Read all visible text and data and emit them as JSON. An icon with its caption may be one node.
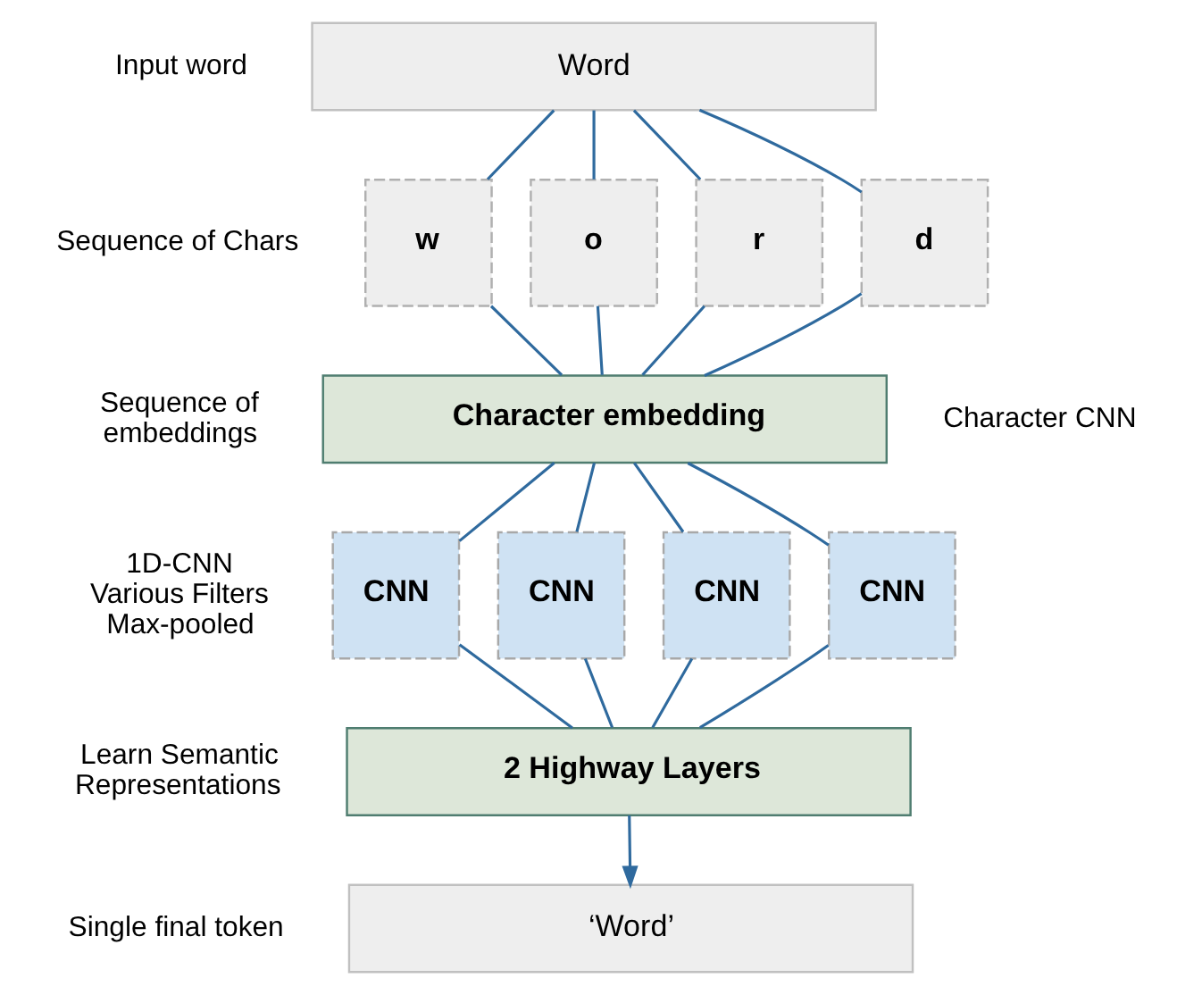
{
  "diagram": {
    "nodes": [
      {
        "text": [
          "Word"
        ]
      },
      {
        "text": [
          "w"
        ]
      },
      {
        "text": [
          "o"
        ]
      },
      {
        "text": [
          "r"
        ]
      },
      {
        "text": [
          "d"
        ]
      },
      {
        "text": [
          "Character embedding"
        ]
      },
      {
        "text": [
          "CNN"
        ]
      },
      {
        "text": [
          "CNN"
        ]
      },
      {
        "text": [
          "CNN"
        ]
      },
      {
        "text": [
          "CNN"
        ]
      },
      {
        "text": [
          "2 Highway Layers"
        ]
      },
      {
        "text": [
          "‘Word’"
        ]
      }
    ],
    "edges": [
      {
        "from": 0,
        "to": 1,
        "arrow": "none"
      },
      {
        "from": 0,
        "to": 2,
        "arrow": "none"
      },
      {
        "from": 0,
        "to": 3,
        "arrow": "none"
      },
      {
        "from": 0,
        "to": 4,
        "arrow": "none"
      },
      {
        "from": 1,
        "to": 5,
        "arrow": "none"
      },
      {
        "from": 2,
        "to": 5,
        "arrow": "none"
      },
      {
        "from": 3,
        "to": 5,
        "arrow": "none"
      },
      {
        "from": 4,
        "to": 5,
        "arrow": "none"
      },
      {
        "from": 5,
        "to": 6,
        "arrow": "none"
      },
      {
        "from": 5,
        "to": 7,
        "arrow": "none"
      },
      {
        "from": 5,
        "to": 8,
        "arrow": "none"
      },
      {
        "from": 5,
        "to": 9,
        "arrow": "none"
      },
      {
        "from": 6,
        "to": 10,
        "arrow": "none"
      },
      {
        "from": 7,
        "to": 10,
        "arrow": "none"
      },
      {
        "from": 8,
        "to": 10,
        "arrow": "none"
      },
      {
        "from": 9,
        "to": 10,
        "arrow": "none"
      },
      {
        "from": 10,
        "to": 11,
        "arrow": "to"
      }
    ],
    "labels": [
      "Input word",
      "Sequence of Chars",
      "Sequence of embeddings",
      "1D-CNN Various Filters Max-pooled",
      "Learn Semantic Representations",
      "Single final token",
      "Character CNN"
    ]
  }
}
